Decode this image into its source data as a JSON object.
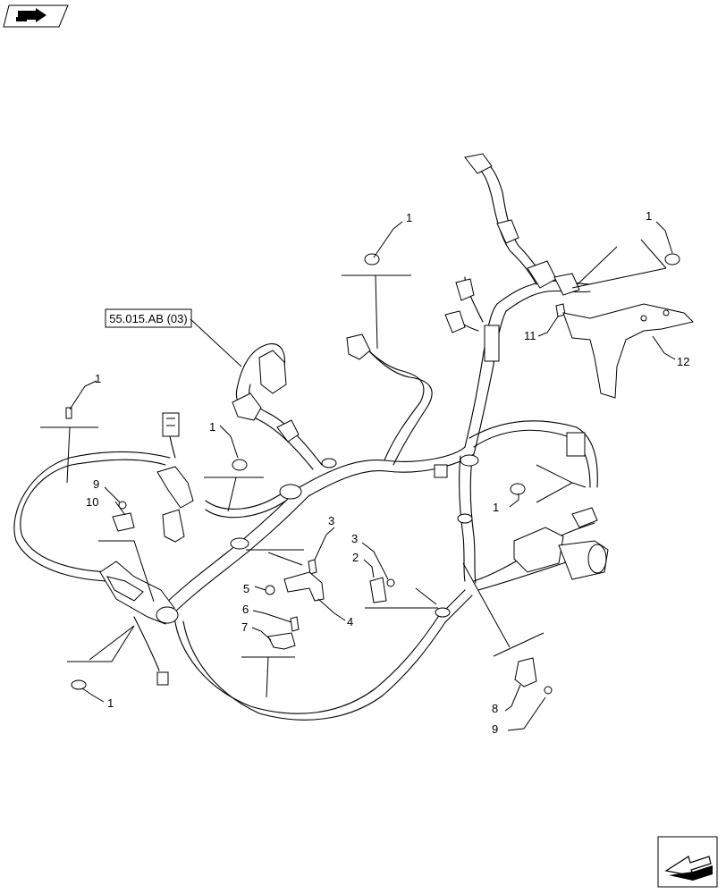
{
  "reference_box": {
    "label": "55.015.AB (03)"
  },
  "callouts": [
    {
      "id": "c-1a",
      "text": "1"
    },
    {
      "id": "c-1b",
      "text": "1"
    },
    {
      "id": "c-1c",
      "text": "1"
    },
    {
      "id": "c-1d",
      "text": "1"
    },
    {
      "id": "c-1e",
      "text": "1"
    },
    {
      "id": "c-1f",
      "text": "1"
    },
    {
      "id": "c-2",
      "text": "2"
    },
    {
      "id": "c-3a",
      "text": "3"
    },
    {
      "id": "c-3b",
      "text": "3"
    },
    {
      "id": "c-4",
      "text": "4"
    },
    {
      "id": "c-5",
      "text": "5"
    },
    {
      "id": "c-6",
      "text": "6"
    },
    {
      "id": "c-7",
      "text": "7"
    },
    {
      "id": "c-8",
      "text": "8"
    },
    {
      "id": "c-9a",
      "text": "9"
    },
    {
      "id": "c-9b",
      "text": "9"
    },
    {
      "id": "c-10",
      "text": "10"
    },
    {
      "id": "c-11",
      "text": "11"
    },
    {
      "id": "c-12",
      "text": "12"
    }
  ],
  "icons": {
    "top_left": "page-nav-icon",
    "bottom_right": "next-page-arrow-icon"
  }
}
